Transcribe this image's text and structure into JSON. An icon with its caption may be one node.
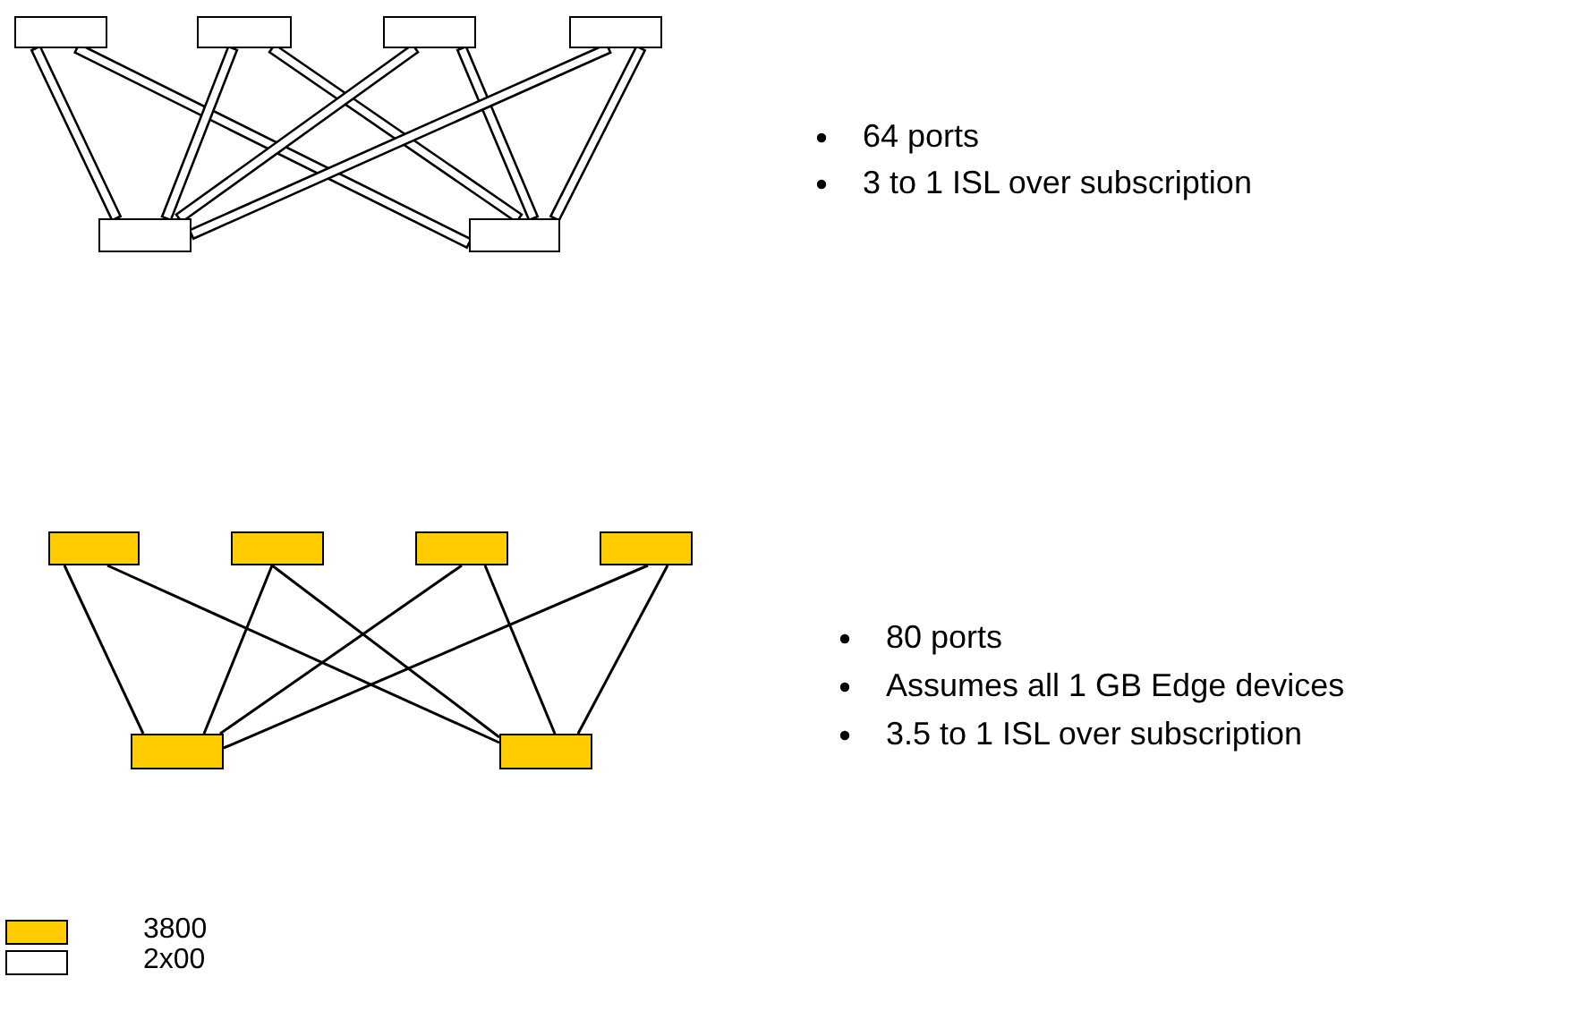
{
  "diagram": {
    "nodes": [
      {
        "text": [],
        "shape": "box"
      },
      {
        "text": [],
        "shape": "box"
      },
      {
        "text": [],
        "shape": "box"
      },
      {
        "text": [],
        "shape": "box"
      },
      {
        "text": [],
        "shape": "box"
      },
      {
        "text": [],
        "shape": "box"
      },
      {
        "text": [],
        "shape": "box"
      },
      {
        "text": [],
        "shape": "box"
      },
      {
        "text": [],
        "shape": "box"
      },
      {
        "text": [],
        "shape": "box"
      },
      {
        "text": [],
        "shape": "box"
      },
      {
        "text": [],
        "shape": "box"
      }
    ],
    "edges": [
      {
        "from": 0,
        "to": 4,
        "arrow": "none",
        "style": "thick"
      },
      {
        "from": 0,
        "to": 5,
        "arrow": "none",
        "style": "thick"
      },
      {
        "from": 1,
        "to": 4,
        "arrow": "none",
        "style": "thick"
      },
      {
        "from": 1,
        "to": 5,
        "arrow": "none",
        "style": "thick"
      },
      {
        "from": 2,
        "to": 4,
        "arrow": "none",
        "style": "thick"
      },
      {
        "from": 2,
        "to": 5,
        "arrow": "none",
        "style": "thick"
      },
      {
        "from": 3,
        "to": 4,
        "arrow": "none",
        "style": "thick"
      },
      {
        "from": 3,
        "to": 5,
        "arrow": "none",
        "style": "thick"
      },
      {
        "from": 6,
        "to": 10,
        "arrow": "none"
      },
      {
        "from": 6,
        "to": 11,
        "arrow": "none"
      },
      {
        "from": 7,
        "to": 10,
        "arrow": "none"
      },
      {
        "from": 7,
        "to": 11,
        "arrow": "none"
      },
      {
        "from": 8,
        "to": 10,
        "arrow": "none"
      },
      {
        "from": 8,
        "to": 11,
        "arrow": "none"
      },
      {
        "from": 9,
        "to": 10,
        "arrow": "none"
      },
      {
        "from": 9,
        "to": 11,
        "arrow": "none"
      }
    ],
    "labels": [
      "64 ports",
      "3 to 1 ISL over subscription",
      "80 ports",
      "Assumes all 1 GB Edge devices",
      "3.5 to 1 ISL over subscription"
    ],
    "legend": [
      {
        "text": "3800",
        "color": "#ffcc00"
      },
      {
        "text": "2x00",
        "color": "#ffffff"
      }
    ]
  }
}
